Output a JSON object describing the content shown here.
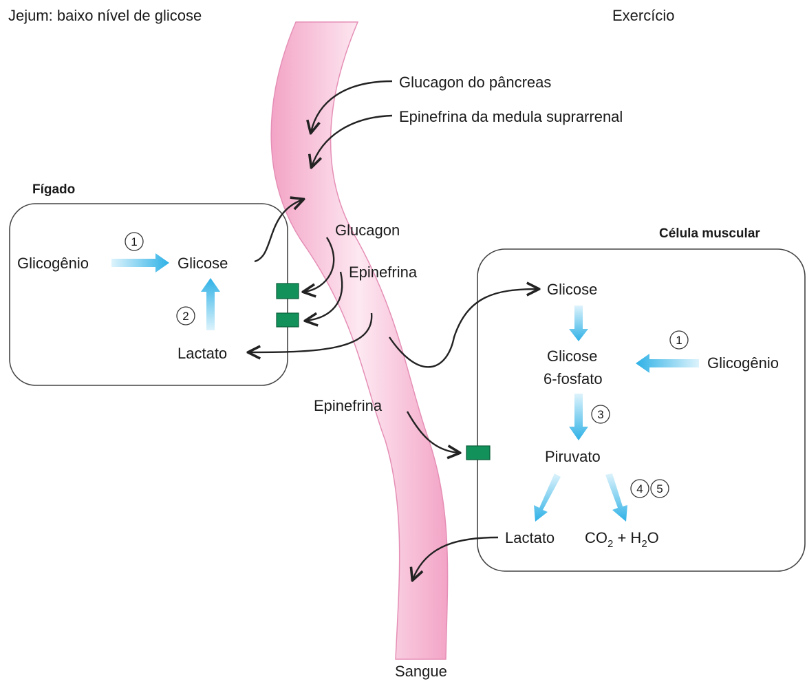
{
  "titles": {
    "left": "Jejum: baixo nível de glicose",
    "right": "Exercício"
  },
  "hormones": {
    "glucagon_source": "Glucagon do pâncreas",
    "epinephrine_source": "Epinefrina da medula suprarrenal",
    "glucagon": "Glucagon",
    "epinephrine_upper": "Epinefrina",
    "epinephrine_lower": "Epinefrina"
  },
  "liver": {
    "title": "Fígado",
    "glycogen": "Glicogênio",
    "glucose": "Glicose",
    "lactate": "Lactato",
    "step_1": "1",
    "step_2": "2"
  },
  "muscle": {
    "title": "Célula muscular",
    "glucose": "Glicose",
    "g6p_line1": "Glicose",
    "g6p_line2": "6-fosfato",
    "glycogen": "Glicogênio",
    "pyruvate": "Piruvato",
    "lactate": "Lactato",
    "co2": "CO",
    "co2_sub": "2",
    "plus_h2o": " + H",
    "h2o_sub": "2",
    "h2o_o": "O",
    "step_1": "1",
    "step_3": "3",
    "step_4": "4",
    "step_5": "5"
  },
  "blood": "Sangue",
  "colors": {
    "vessel_edge": "#f2a9c9",
    "vessel_center": "#fde6f0",
    "flux_arrow": "#35b4e8",
    "receptor": "#12925a"
  }
}
